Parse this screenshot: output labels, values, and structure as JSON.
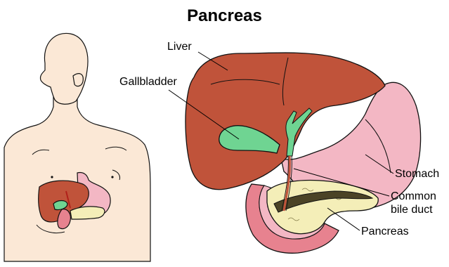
{
  "title": "Pancreas",
  "labels": {
    "liver": "Liver",
    "gallbladder": "Gallbladder",
    "stomach": "Stomach",
    "common_bile_duct_line1": "Common",
    "common_bile_duct_line2": "bile duct",
    "pancreas": "Pancreas"
  },
  "colors": {
    "skin": "#fbe8d6",
    "liver": "#c0533a",
    "gallbladder": "#6fd492",
    "stomach": "#f3b7c4",
    "duodenum": "#e7828f",
    "pancreas": "#f4eeb8",
    "duct": "#4b4326",
    "outline": "#111111"
  }
}
